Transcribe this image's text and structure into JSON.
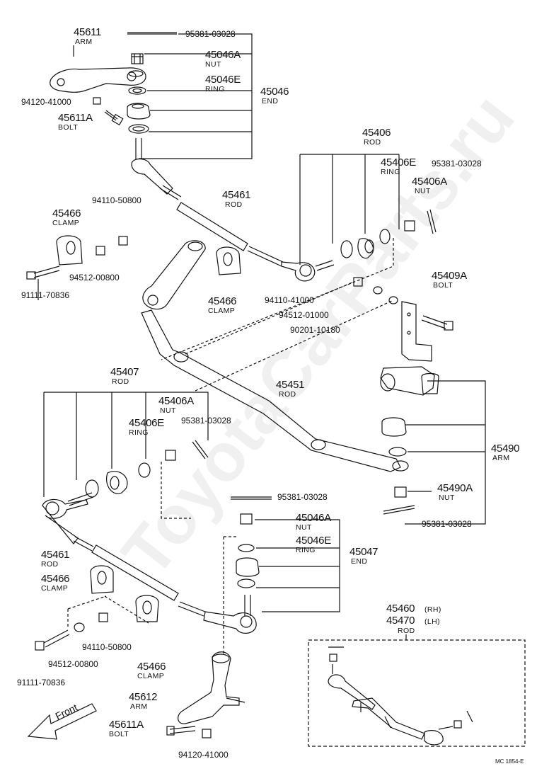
{
  "watermark": "ToyotaCarParts.ru",
  "diagram_code": "MC 1854-E",
  "front_label": "Front",
  "parts": {
    "p45611": {
      "num": "45611",
      "desc": "ARM"
    },
    "p95381_a": {
      "num": "95381-03028"
    },
    "p45046A_a": {
      "num": "45046A",
      "desc": "NUT"
    },
    "p45046E_a": {
      "num": "45046E",
      "desc": "RING"
    },
    "p45046": {
      "num": "45046",
      "desc": "END"
    },
    "p94120_a": {
      "num": "94120-41000"
    },
    "p45611A_a": {
      "num": "45611A",
      "desc": "BOLT"
    },
    "p45406": {
      "num": "45406",
      "desc": "ROD"
    },
    "p45406E_a": {
      "num": "45406E",
      "desc": "RING"
    },
    "p95381_b": {
      "num": "95381-03028"
    },
    "p45406A_a": {
      "num": "45406A",
      "desc": "NUT"
    },
    "p94110_a": {
      "num": "94110-50800"
    },
    "p45461_a": {
      "num": "45461",
      "desc": "ROD"
    },
    "p45466_a": {
      "num": "45466",
      "desc": "CLAMP"
    },
    "p94512_a": {
      "num": "94512-00800"
    },
    "p91111_a": {
      "num": "91111-70836"
    },
    "p45466_b": {
      "num": "45466",
      "desc": "CLAMP"
    },
    "p94110_b": {
      "num": "94110-41000"
    },
    "p94512_b": {
      "num": "94512-01000"
    },
    "p90201": {
      "num": "90201-10180"
    },
    "p45409A": {
      "num": "45409A",
      "desc": "BOLT"
    },
    "p45407": {
      "num": "45407",
      "desc": "ROD"
    },
    "p45406A_b": {
      "num": "45406A",
      "desc": "NUT"
    },
    "p45406E_b": {
      "num": "45406E",
      "desc": "RING"
    },
    "p95381_c": {
      "num": "95381-03028"
    },
    "p45451": {
      "num": "45451",
      "desc": "ROD"
    },
    "p45490": {
      "num": "45490",
      "desc": "ARM"
    },
    "p45490A": {
      "num": "45490A",
      "desc": "NUT"
    },
    "p95381_d": {
      "num": "95381-03028"
    },
    "p95381_e": {
      "num": "95381-03028"
    },
    "p45046A_b": {
      "num": "45046A",
      "desc": "NUT"
    },
    "p45046E_b": {
      "num": "45046E",
      "desc": "RING"
    },
    "p45047": {
      "num": "45047",
      "desc": "END"
    },
    "p45461_b": {
      "num": "45461",
      "desc": "ROD"
    },
    "p45466_c": {
      "num": "45466",
      "desc": "CLAMP"
    },
    "p94512_c": {
      "num": "94512-00800"
    },
    "p94110_c": {
      "num": "94110-50800"
    },
    "p91111_b": {
      "num": "91111-70836"
    },
    "p45466_d": {
      "num": "45466",
      "desc": "CLAMP"
    },
    "p45612": {
      "num": "45612",
      "desc": "ARM"
    },
    "p45611A_b": {
      "num": "45611A",
      "desc": "BOLT"
    },
    "p94120_b": {
      "num": "94120-41000"
    },
    "p45460": {
      "num": "45460",
      "desc": "(RH)"
    },
    "p45470": {
      "num": "45470",
      "desc": "(LH)",
      "desc2": "ROD"
    }
  }
}
